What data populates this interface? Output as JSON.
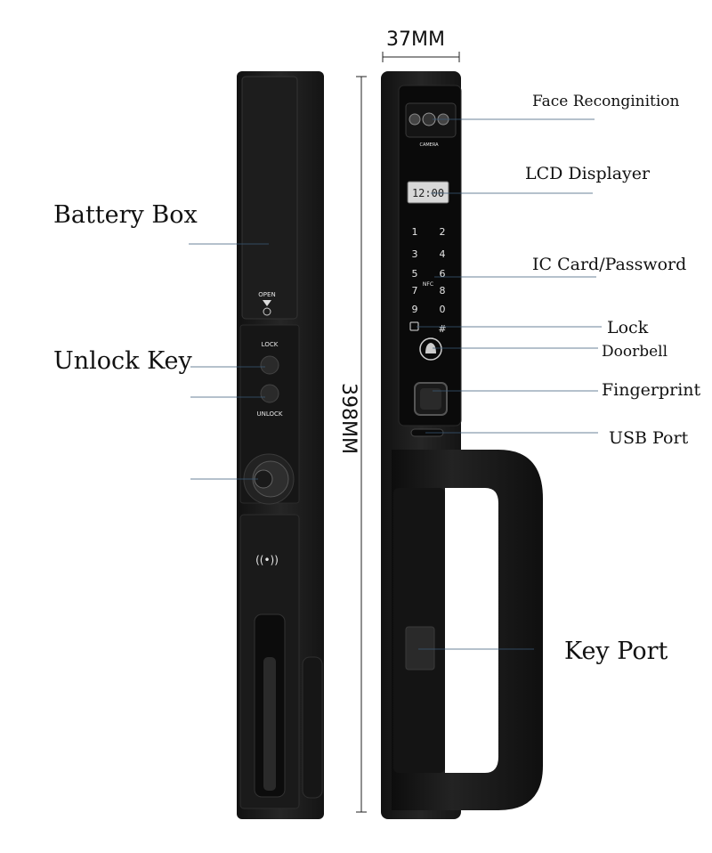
{
  "dimensions": {
    "width": "37MM",
    "height": "398MM"
  },
  "callouts": {
    "battery_box": "Battery Box",
    "unlock_key": "Unlock Key",
    "face_recognition": "Face Reconginition",
    "lcd_displayer": "LCD Displayer",
    "ic_card_password": "IC Card/Password",
    "lock": "Lock",
    "doorbell": "Doorbell",
    "fingerprint": "Fingerprint",
    "usb_port": "USB Port",
    "key_port": "Key Port"
  },
  "device_markings": {
    "open": "OPEN",
    "lock": "LOCK",
    "unlock": "UNLOCK",
    "camera": "CAMERA",
    "lcd_time": "12:00",
    "nfc": "NFC",
    "keypad": [
      "1",
      "2",
      "3",
      "4",
      "5",
      "6",
      "7",
      "8",
      "9",
      "0",
      "#"
    ]
  },
  "colors": {
    "device_body": "#1b1b1b",
    "device_edge": "#2c2c2c",
    "leader_line": "#3a5a78"
  }
}
